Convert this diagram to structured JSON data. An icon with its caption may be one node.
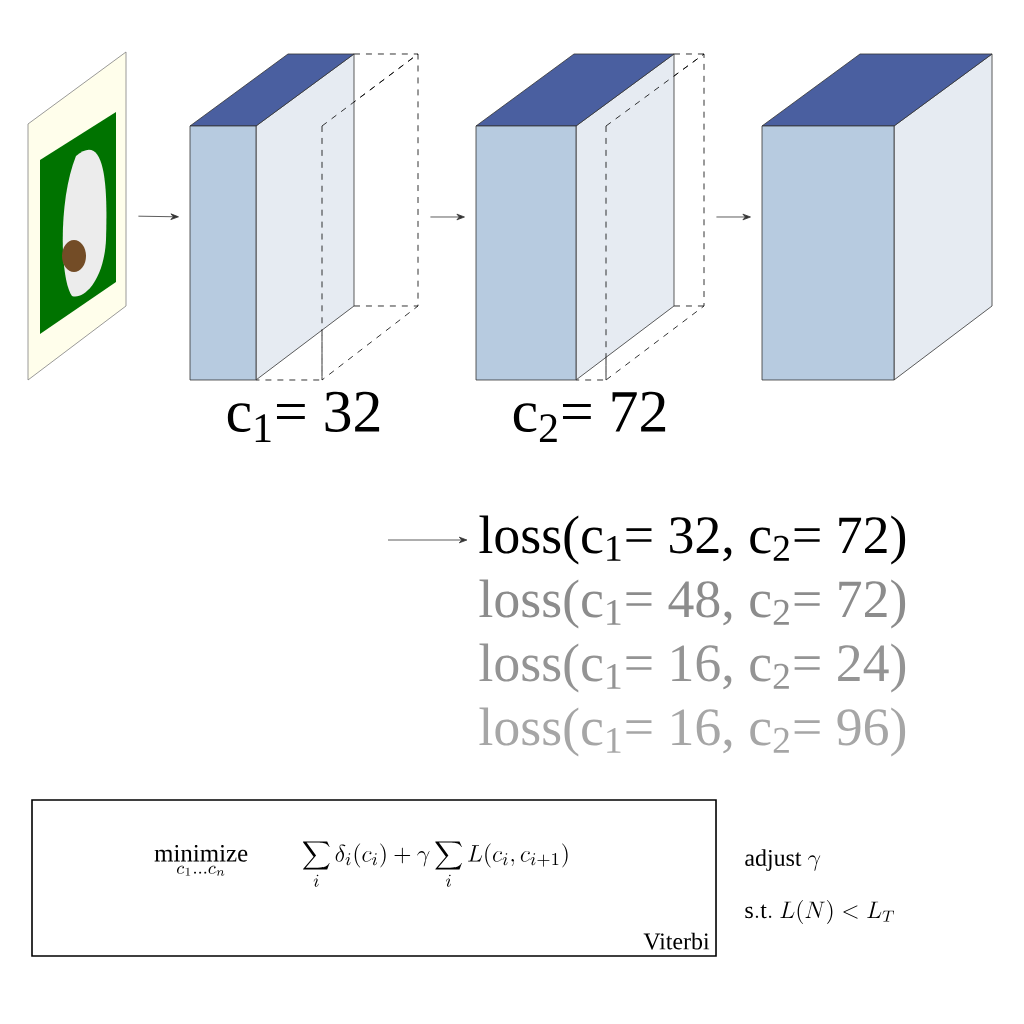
{
  "diagram": {
    "nodes": [
      {
        "text": [],
        "shape": "picture"
      },
      {
        "text": [],
        "shape": "box",
        "beside": [
          "c$_{1}$= 32"
        ]
      },
      {
        "text": [],
        "shape": "box",
        "beside": [
          "c$_{2}$= 72"
        ]
      },
      {
        "text": [],
        "shape": "box"
      },
      {
        "text": [
          "loss(c$_{1}$= 32, c$_{2}$= 72)"
        ]
      },
      {
        "text": [
          "\\mathop{\\mathrm{minimize}}\\limits_{c_1\\ldots c_n}\\qquad \\sum_i \\delta_i(c_i) + \\gamma \\sum_i L(c_i, c_{i+1})",
          "Viterbi"
        ]
      }
    ],
    "edges": [
      {
        "from": 0,
        "to": 1,
        "arrow": "to"
      },
      {
        "from": 1,
        "to": 2,
        "arrow": "to"
      },
      {
        "from": 2,
        "to": 3,
        "arrow": "to"
      },
      {
        "from": null,
        "to": 4,
        "arrow": "to"
      }
    ],
    "labels": [
      "loss(c$_{1}$= 48, c$_{2}$= 72)",
      "loss(c$_{1}$= 16, c$_{2}$= 24)",
      "loss(c$_{1}$= 16, c$_{2}$= 96)",
      "\\mathrm{adjust}\\ \\gamma",
      "\\mathrm{s.t.}\\ L(N) < L_T"
    ]
  }
}
